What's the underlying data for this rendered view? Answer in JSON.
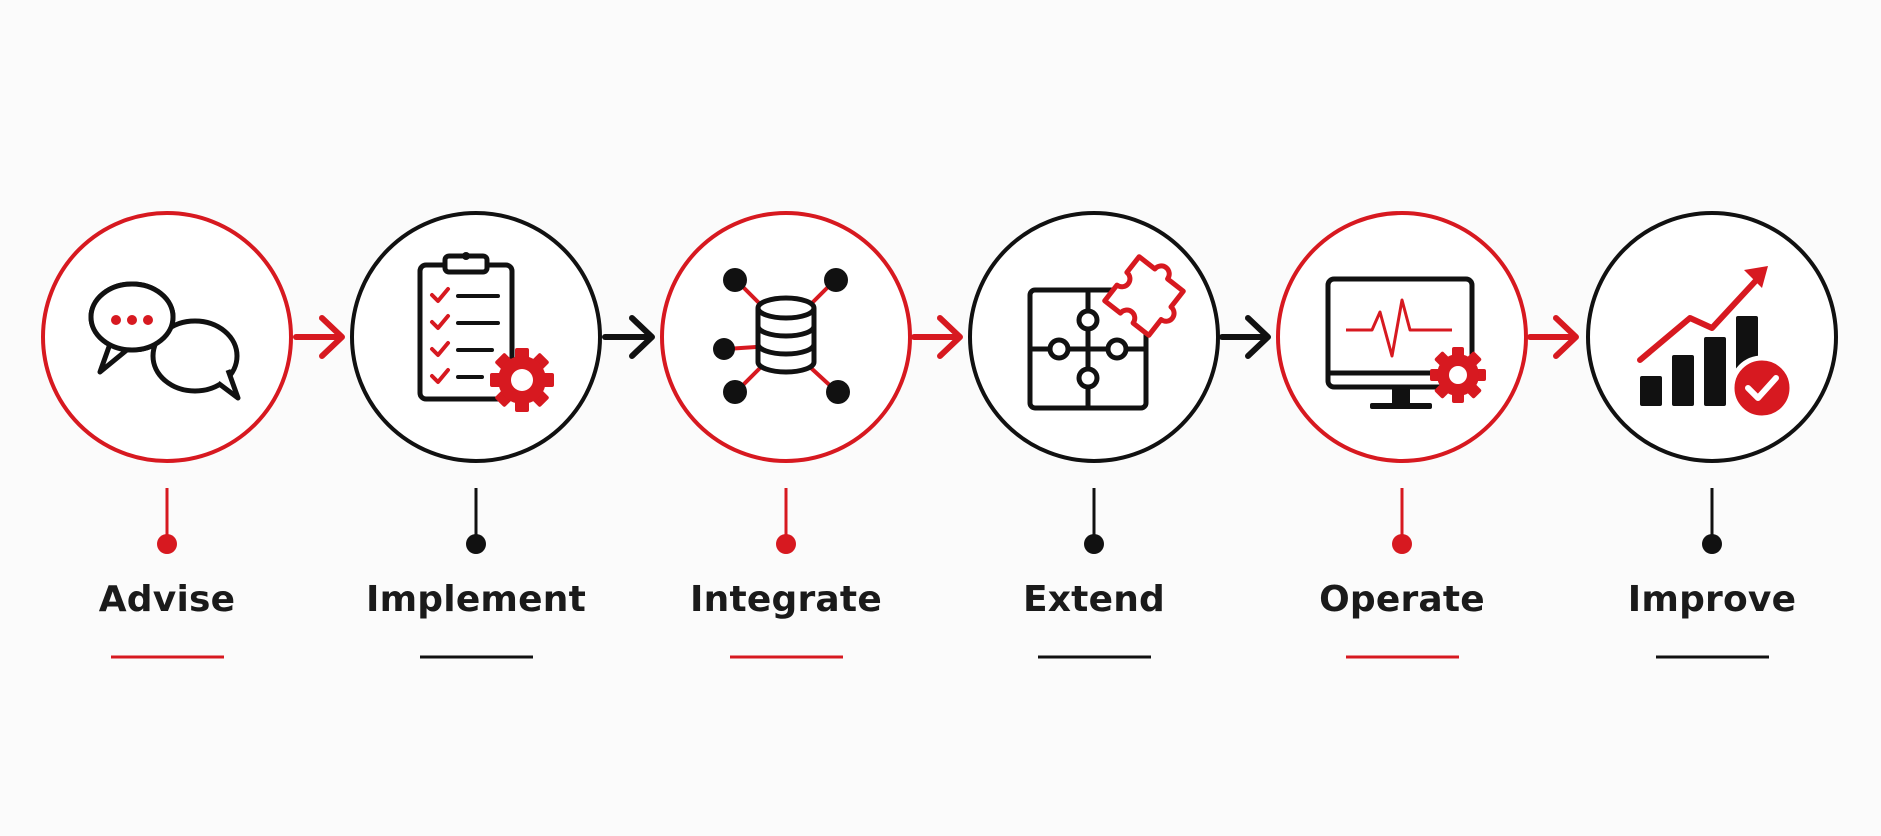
{
  "colors": {
    "accent": "#d71920",
    "dark": "#111111",
    "background": "#fbfbfb"
  },
  "steps": [
    {
      "label": "Advise",
      "icon": "chat-bubbles-icon",
      "color": "accent"
    },
    {
      "label": "Implement",
      "icon": "clipboard-checklist-gear-icon",
      "color": "dark"
    },
    {
      "label": "Integrate",
      "icon": "database-network-icon",
      "color": "accent"
    },
    {
      "label": "Extend",
      "icon": "puzzle-pieces-icon",
      "color": "dark"
    },
    {
      "label": "Operate",
      "icon": "monitor-heartbeat-gear-icon",
      "color": "accent"
    },
    {
      "label": "Improve",
      "icon": "growth-chart-check-icon",
      "color": "dark"
    }
  ],
  "arrows": [
    {
      "from": "Advise",
      "to": "Implement",
      "color": "accent"
    },
    {
      "from": "Implement",
      "to": "Integrate",
      "color": "dark"
    },
    {
      "from": "Integrate",
      "to": "Extend",
      "color": "accent"
    },
    {
      "from": "Extend",
      "to": "Operate",
      "color": "dark"
    },
    {
      "from": "Operate",
      "to": "Improve",
      "color": "accent"
    }
  ]
}
